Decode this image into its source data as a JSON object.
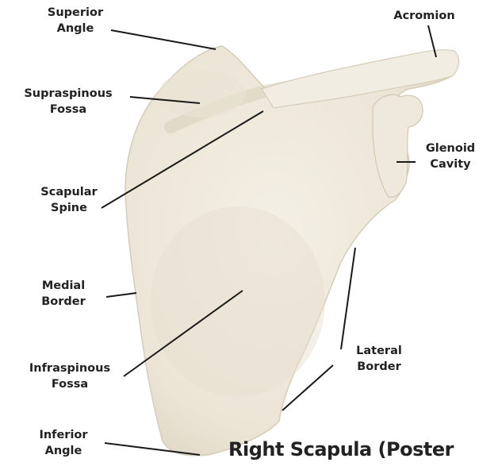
{
  "labels": {
    "superior_angle": [
      "Superior",
      "Angle"
    ],
    "acromion": [
      "Acromion"
    ],
    "supraspinous_fossa": [
      "Supraspinous",
      "Fossa"
    ],
    "glenoid_cavity": [
      "Glenoid",
      "Cavity"
    ],
    "scapular_spine": [
      "Scapular",
      "Spine"
    ],
    "medial_border": [
      "Medial",
      "Border"
    ],
    "infraspinous_fossa": [
      "Infraspinous",
      "Fossa"
    ],
    "lateral_border": [
      "Lateral",
      "Border"
    ],
    "inferior_angle": [
      "Inferior",
      "Angle"
    ]
  },
  "caption": "Right Scapula (Poster",
  "colors": {
    "bone": "#efe9dc",
    "bone_shadow": "#d8cfbd",
    "text": "#222222",
    "leader": "#1a1a1a"
  }
}
